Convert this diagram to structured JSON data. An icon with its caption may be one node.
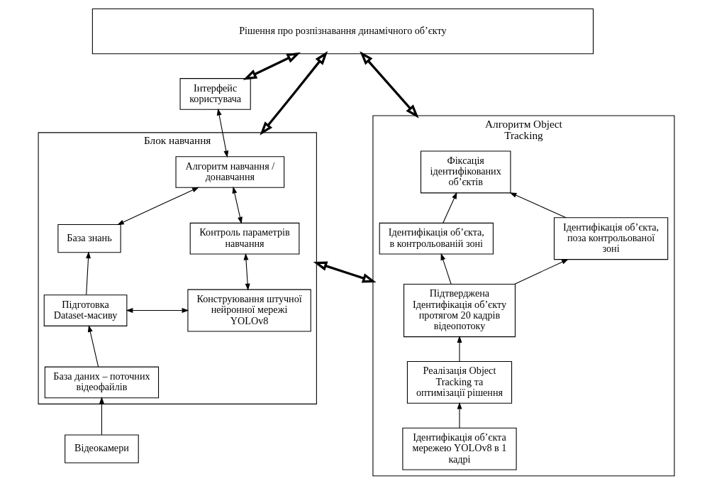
{
  "diagram": {
    "nodes": [
      {
        "text": [
          "Рішення про розпізнавання динамічного об’єкту"
        ]
      },
      {
        "text": [
          "Інтерфейс користувача"
        ]
      },
      {
        "text": [
          "Відеокамери"
        ]
      },
      {
        "text": [
          "Блок навчання"
        ]
      },
      {
        "text": [
          "Алгоритм навчання / донавчання"
        ],
        "in": 3
      },
      {
        "text": [
          "База знань"
        ],
        "in": 3
      },
      {
        "text": [
          "Контроль параметрів навчання"
        ],
        "in": 3
      },
      {
        "text": [
          "Підготовка Dataset-масиву"
        ],
        "in": 3
      },
      {
        "text": [
          "Конструювання штучної нейронної мережі YOLOv8"
        ],
        "in": 3
      },
      {
        "text": [
          "База даних – поточних відеофайлів"
        ],
        "in": 3
      },
      {
        "text": [
          "Алгоритм Object Tracking"
        ]
      },
      {
        "text": [
          "Фіксація ідентифікованих об’єктів"
        ],
        "in": 10
      },
      {
        "text": [
          "Ідентифікація об’єкта, в контрольованій зоні"
        ],
        "in": 10
      },
      {
        "text": [
          "Ідентифікація об’єкта, поза контрольованої зоні"
        ],
        "in": 10
      },
      {
        "text": [
          "Підтверджена Ідентифікація об’єкту протягом 20 кадрів відеопотоку"
        ],
        "in": 10
      },
      {
        "text": [
          "Реалізація Object Tracking та оптимізації рішення"
        ],
        "in": 10
      },
      {
        "text": [
          "Ідентифікація об’єкта мережею YOLOv8 в 1 кадрі"
        ],
        "in": 10
      }
    ],
    "edges": [
      {
        "from": 0,
        "to": 1,
        "arrow": "both",
        "style": "thick"
      },
      {
        "from": 0,
        "to": 3,
        "arrow": "both",
        "style": "thick"
      },
      {
        "from": 0,
        "to": 10,
        "arrow": "both",
        "style": "thick"
      },
      {
        "from": 3,
        "to": 10,
        "arrow": "both",
        "style": "thick"
      },
      {
        "from": 1,
        "to": 4,
        "arrow": "both"
      },
      {
        "from": 4,
        "to": 5,
        "arrow": "both"
      },
      {
        "from": 4,
        "to": 6,
        "arrow": "both"
      },
      {
        "from": 7,
        "to": 5,
        "arrow": "to"
      },
      {
        "from": 6,
        "to": 8,
        "arrow": "both"
      },
      {
        "from": 7,
        "to": 8,
        "arrow": "both"
      },
      {
        "from": 9,
        "to": 7,
        "arrow": "to"
      },
      {
        "from": 2,
        "to": 9,
        "arrow": "to"
      },
      {
        "from": 12,
        "to": 11,
        "arrow": "to"
      },
      {
        "from": 13,
        "to": 11,
        "arrow": "to"
      },
      {
        "from": 14,
        "to": 12,
        "arrow": "to"
      },
      {
        "from": 14,
        "to": 13,
        "arrow": "to"
      },
      {
        "from": 15,
        "to": 14,
        "arrow": "to"
      },
      {
        "from": 16,
        "to": 15,
        "arrow": "to"
      }
    ]
  }
}
